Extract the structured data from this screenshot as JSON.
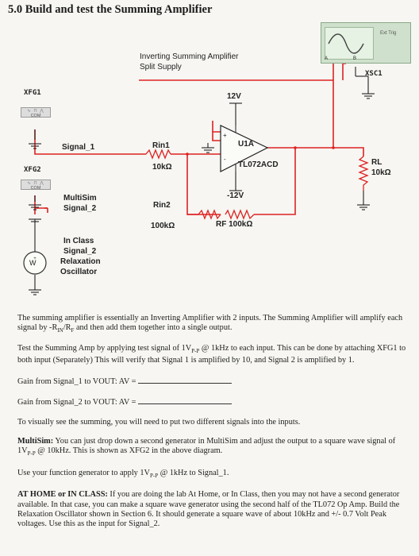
{
  "title": "5.0 Build and test the Summing Amplifier",
  "circuit": {
    "caption_line1": "Inverting Summing Amplifier",
    "caption_line2": "Split Supply",
    "xfg1": "XFG1",
    "xfg2": "XFG2",
    "com_label": "COM",
    "com_label_2": "COM",
    "signal1": "Signal_1",
    "multisim_signal2_line1": "MultiSim",
    "multisim_signal2_line2": "Signal_2",
    "rin1_name": "Rin1",
    "rin1_value": "10kΩ",
    "rin2_name": "Rin2",
    "rin2_value": "100kΩ",
    "rf_label": "RF 100kΩ",
    "vplus": "12V",
    "vminus": "-12V",
    "opamp_ref": "U1A",
    "opamp_part": "TL072ACD",
    "pin_plus": "+",
    "pin_minus": "-",
    "rl_name": "RL",
    "rl_value": "10kΩ",
    "scope_name": "XSC1",
    "scope_ext_trig": "Ext Trig",
    "scope_a": "A",
    "scope_b": "B",
    "inclass_line1": "In Class",
    "inclass_line2": "Signal_2",
    "inclass_line3": "Relaxation",
    "inclass_line4": "Oscillator",
    "source_symbol": "W"
  },
  "text": {
    "p1": "The summing amplifier is essentially an Inverting Amplifier with 2 inputs. The Summing Amplifier will amplify each signal by -R",
    "p1_sub1": "IN",
    "p1_mid": "/R",
    "p1_sub2": "F",
    "p1_end": " and then add them together into a single output.",
    "p2a": "Test the Summing Amp by applying test signal of 1V",
    "p2_sub": "P-P",
    "p2b": " @ 1kHz to each input. This can be done by attaching XFG1 to both input (Separately) This will verify that Signal 1 is amplified by 10, and Signal 2 is amplified by 1.",
    "gain1": "Gain from Signal_1 to VOUT:  AV =",
    "gain2": "Gain from Signal_2 to VOUT:  AV =",
    "p3": "To visually see the summing, you will need to put two different signals into the inputs.",
    "p4_bold": "MultiSim:",
    "p4a": " You can just drop down a second generator in MultiSim and adjust the output to a square wave signal of 1V",
    "p4_sub": "P-P",
    "p4b": " @ 10kHz.  This is shown as XFG2 in the above diagram.",
    "p5": "Use your function generator to apply 1V",
    "p5_sub": "P-P",
    "p5b": " @ 1kHz to Signal_1.",
    "p6_bold": "AT HOME or IN CLASS:",
    "p6": " If you are doing the lab At Home, or In Class, then you may not have a second generator available. In that case, you can make a square wave generator using the second half of the TL072 Op Amp.  Build the Relaxation Oscillator shown in Section 6.  It should generate a square wave of about 10kHz and +/- 0.7 Volt Peak voltages. Use this as the input for Signal_2."
  }
}
